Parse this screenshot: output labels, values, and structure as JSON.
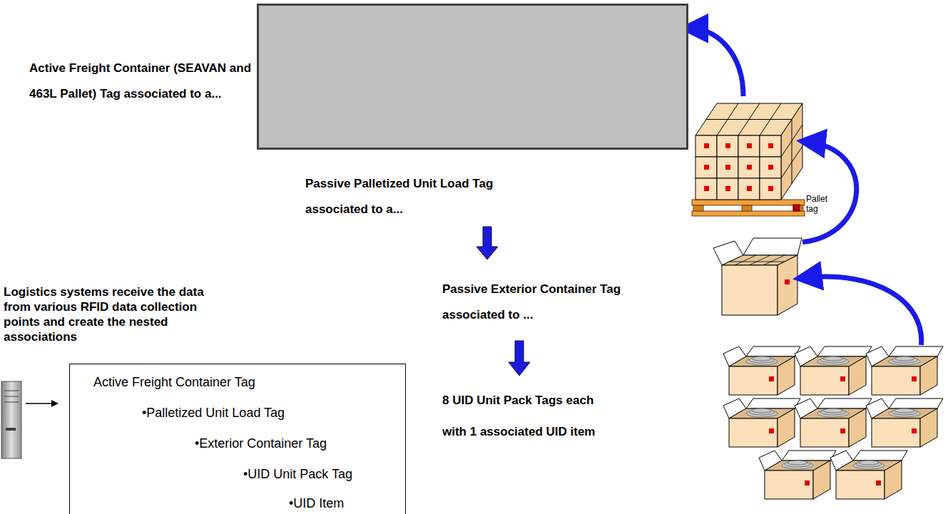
{
  "diagram": {
    "nodes": [
      {
        "text": [
          "Active Freight Container (SEAVAN and 463L Pallet) Tag associated to a..."
        ]
      },
      {
        "text": [
          "Passive Palletized Unit Load Tag associated to a..."
        ]
      },
      {
        "text": [
          "Passive Exterior Container Tag associated to ..."
        ]
      },
      {
        "text": [
          "8 UID Unit Pack Tags each with 1 associated UID item"
        ]
      },
      {
        "text": [
          "Logistics systems receive the data from various RFID data collection points and create the nested associations",
          "Active Freight Container Tag",
          "•Palletized Unit Load Tag",
          "•Exterior Container Tag",
          "•UID Unit Pack Tag",
          "•UID Item"
        ]
      }
    ],
    "edges": [
      {
        "from": 1,
        "to": 0,
        "arrow": "to"
      },
      {
        "from": 2,
        "to": 1,
        "arrow": "to"
      },
      {
        "from": 3,
        "to": 2,
        "arrow": "to"
      }
    ],
    "labels": [
      "Pallet tag"
    ]
  }
}
